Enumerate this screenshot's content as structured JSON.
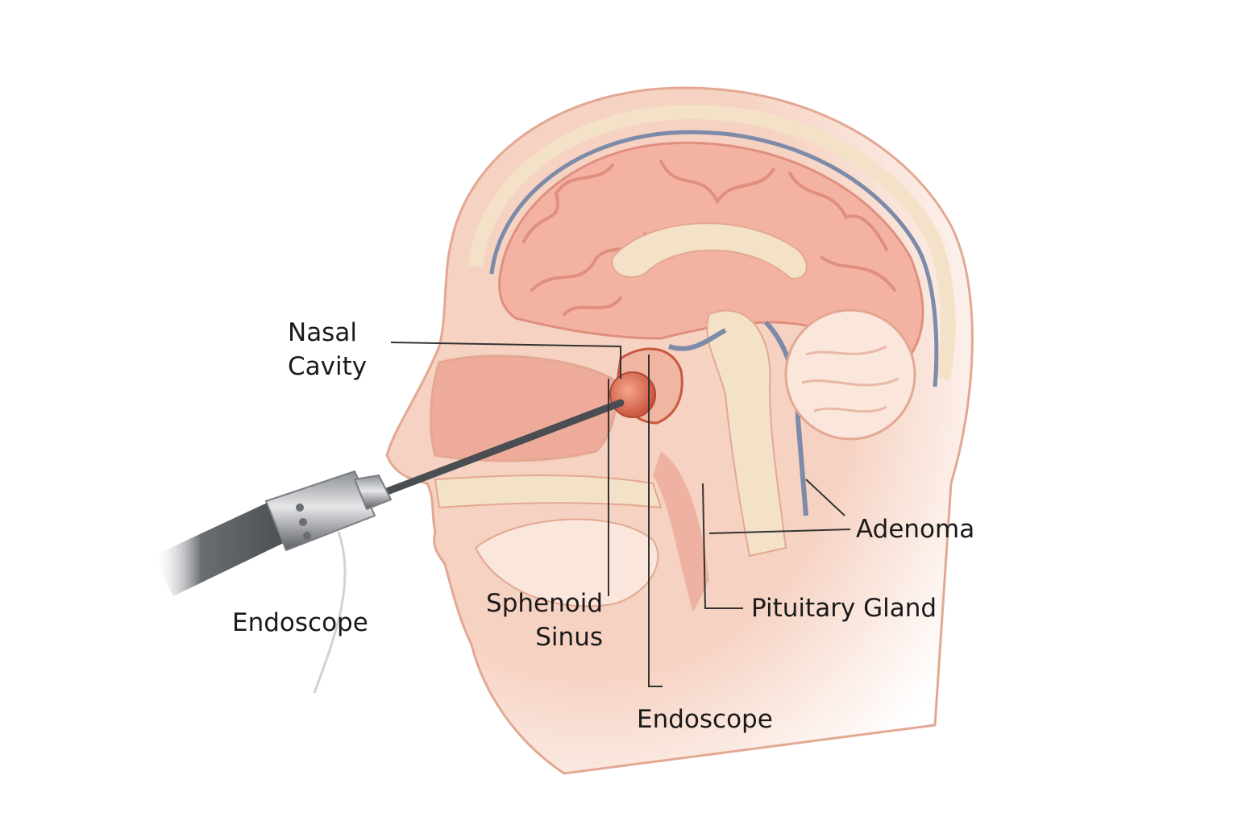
{
  "labels": {
    "nasal_cavity": [
      "Nasal",
      "Cavity"
    ],
    "sphenoid_sinus": [
      "Sphenoid",
      "Sinus"
    ],
    "endoscope_left": "Endoscope",
    "endoscope_bottom": "Endoscope",
    "adenoma": "Adenoma",
    "pituitary_gland": "Pituitary Gland"
  },
  "colors": {
    "skin": "#f6d2c2",
    "skin_edge": "#e3a892",
    "brain": "#f4b3a2",
    "brain_fold": "#e08f7e",
    "dura": "#7d8aa8",
    "bone": "#f3e1c8",
    "tumor": "#e0705a",
    "instrument": "#5b5e63",
    "leader": "#333333"
  }
}
